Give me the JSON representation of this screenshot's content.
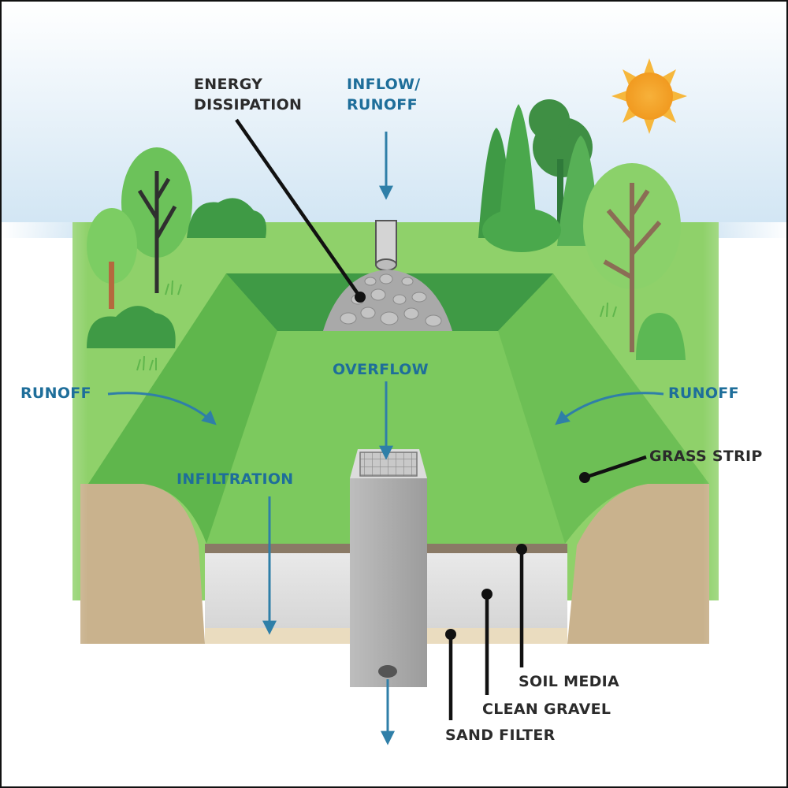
{
  "labels": {
    "energy_dissipation": "ENERGY\nDISSIPATION",
    "inflow_runoff": "INFLOW/\nRUNOFF",
    "overflow": "OVERFLOW",
    "runoff_left": "RUNOFF",
    "runoff_right": "RUNOFF",
    "infiltration": "INFILTRATION",
    "grass_strip": "GRASS STRIP",
    "soil_media": "SOIL MEDIA",
    "clean_gravel": "CLEAN GRAVEL",
    "sand_filter": "SAND FILTER"
  },
  "colors": {
    "label_blue": "#1e6e9a",
    "label_dark": "#2b2b2b",
    "grass_light": "#8fd16a",
    "grass_mid": "#5fb64c",
    "grass_dark": "#3f9a45",
    "soil": "#8a7a66",
    "gravel": "#e2e2e2",
    "sand": "#eadcbf",
    "concrete": "#a7a7a7",
    "sun": "#f6a623"
  },
  "icons": [
    "sun-icon",
    "tree-icon",
    "shrub-icon",
    "pipe-icon",
    "rock-pile-icon",
    "grate-icon",
    "flow-arrow-icon"
  ]
}
